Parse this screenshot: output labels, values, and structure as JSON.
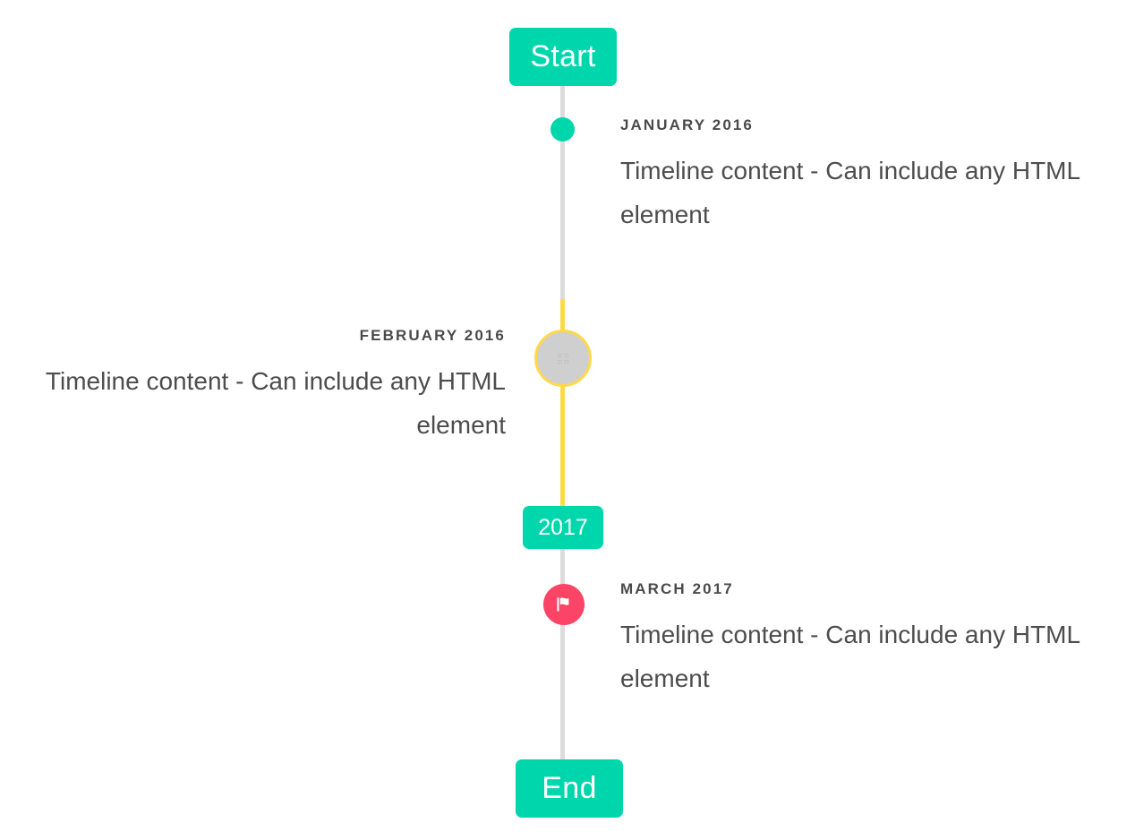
{
  "timeline": {
    "colors": {
      "accent_teal": "#00d6ac",
      "accent_yellow": "#ffd94a",
      "accent_pink": "#fb4466",
      "rail_gray": "#dcdcdc",
      "marker_gray": "#cfcfcf",
      "text_gray": "#4d4d4d"
    },
    "start_badge": {
      "label": "Start"
    },
    "mid_badge": {
      "label": "2017"
    },
    "end_badge": {
      "label": "End"
    },
    "entries": [
      {
        "date": "January 2016",
        "text": "Timeline content - Can include any HTML element",
        "side": "right",
        "marker": "dot-icon"
      },
      {
        "date": "February 2016",
        "text": "Timeline content - Can include any HTML element",
        "side": "left",
        "marker": "missing-glyph-icon"
      },
      {
        "date": "March 2017",
        "text": "Timeline content - Can include any HTML element",
        "side": "right",
        "marker": "flag-icon"
      }
    ]
  }
}
